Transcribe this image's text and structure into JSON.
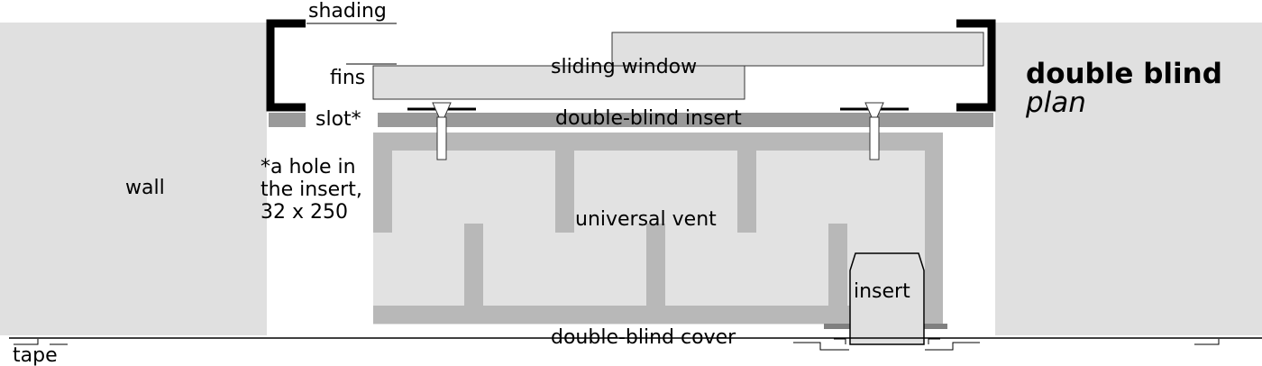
{
  "diagram": {
    "title": "double blind",
    "subtitle": "plan",
    "labels": {
      "shading": "shading",
      "fins": "fins",
      "sliding_window": "sliding window",
      "slot": "slot*",
      "double_blind_insert": "double-blind insert",
      "wall": "wall",
      "note_line1": "*a hole in",
      "note_line2": "the insert,",
      "note_line3": "32 x 250",
      "universal_vent": "universal vent",
      "insert": "insert",
      "double_blind_cover": "double-blind cover",
      "tape": "tape"
    },
    "colors": {
      "wall": "#e0e0e0",
      "vent_fill": "#e2e2e2",
      "vent_frame": "#b8b8b8",
      "insert_strip": "#9a9a9a",
      "window_panel": "#e0e0e0",
      "bracket": "#000000",
      "outline": "#333333"
    }
  }
}
